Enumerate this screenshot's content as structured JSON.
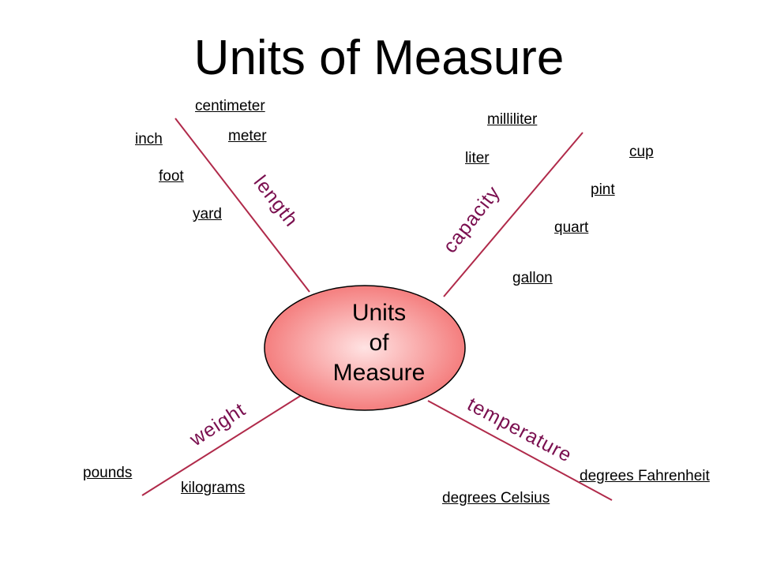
{
  "title": "Units of Measure",
  "center": {
    "line1": "Units",
    "line2": "of",
    "line3": "Measure"
  },
  "colors": {
    "spoke": "#b02a4a",
    "category_text": "#7a0f4f",
    "ellipse_fill": "#f26a6a",
    "ellipse_center": "#ffe3e3"
  },
  "categories": {
    "length": {
      "label": "length",
      "units": [
        "centimeter",
        "meter",
        "inch",
        "foot",
        "yard"
      ]
    },
    "capacity": {
      "label": "capacity",
      "units": [
        "milliliter",
        "liter",
        "cup",
        "pint",
        "quart",
        "gallon"
      ]
    },
    "weight": {
      "label": "weight",
      "units": [
        "pounds",
        "kilograms"
      ]
    },
    "temperature": {
      "label": "temperature",
      "units": [
        "degrees Fahrenheit",
        "degrees Celsius"
      ]
    }
  }
}
